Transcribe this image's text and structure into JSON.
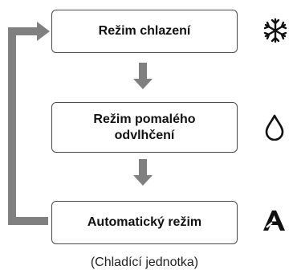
{
  "modes": [
    {
      "label": "Režim chlazení",
      "icon": "snowflake-icon"
    },
    {
      "label": "Režim pomalého odvlhčení",
      "icon": "water-drop-icon"
    },
    {
      "label": "Automatický režim",
      "icon": "auto-mode-icon"
    }
  ],
  "caption": "(Chladící jednotka)",
  "colors": {
    "arrow": "#808080",
    "border": "#4a4a4a"
  }
}
